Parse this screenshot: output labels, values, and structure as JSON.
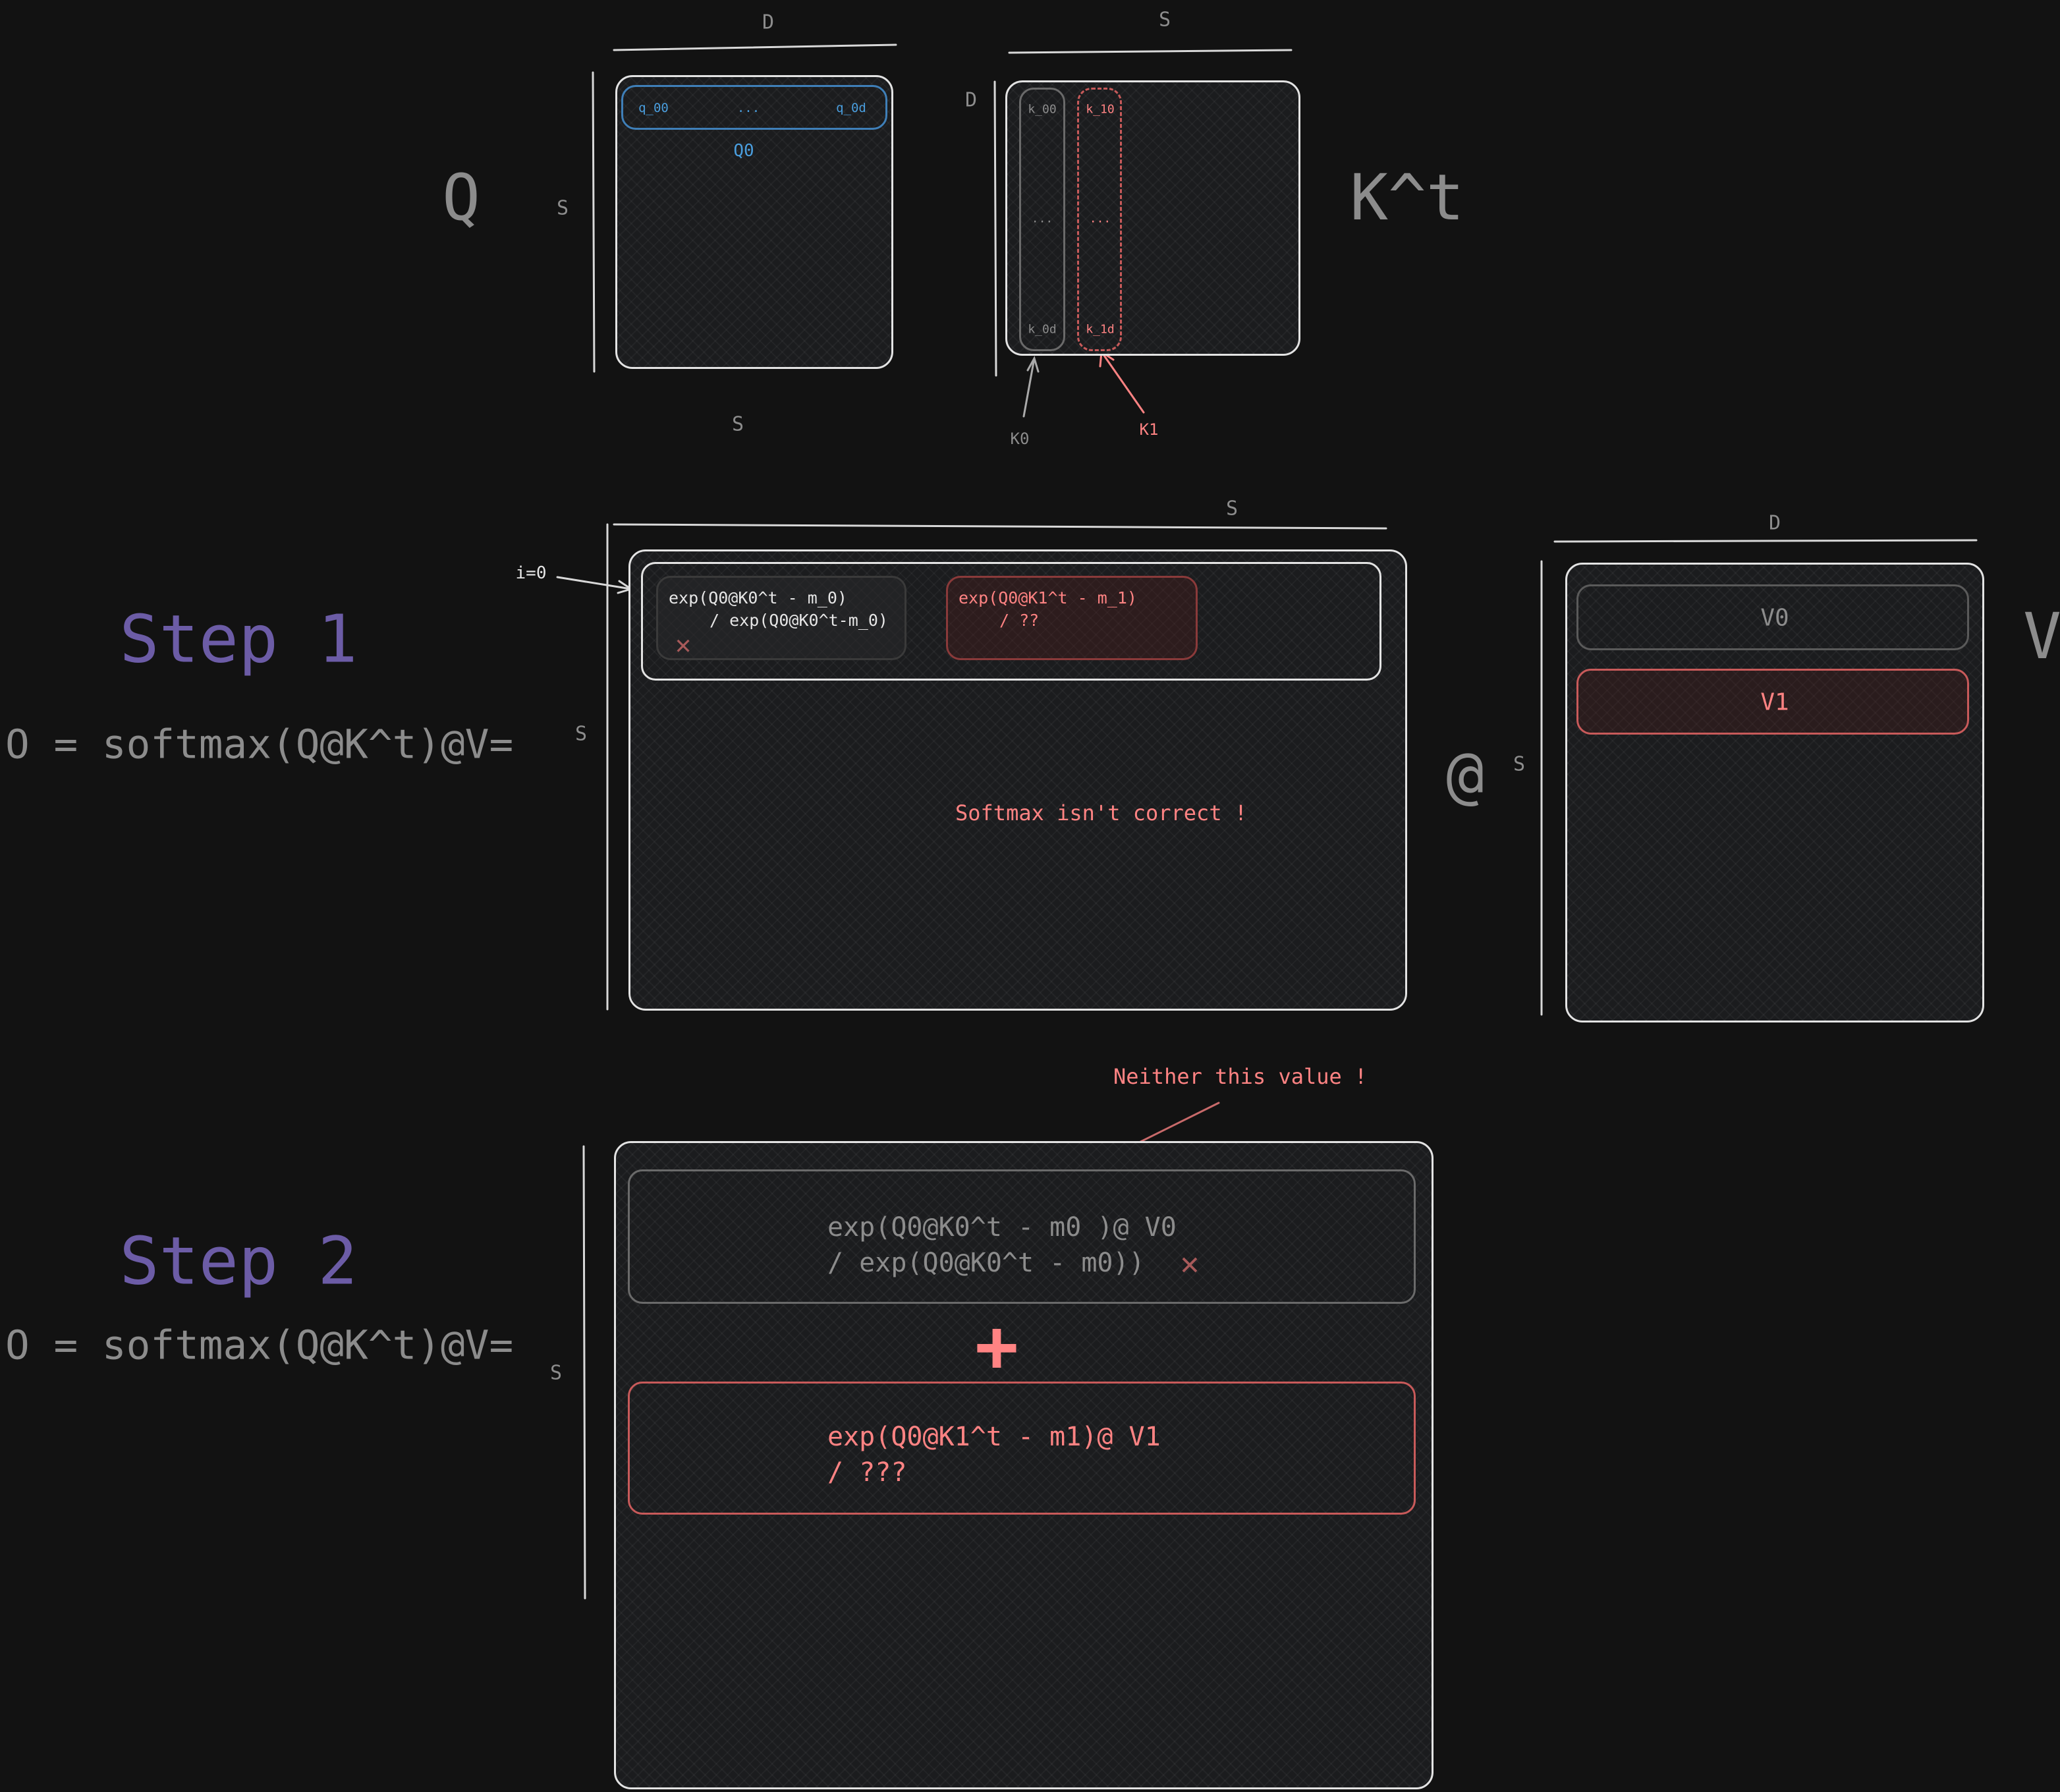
{
  "colors": {
    "background": "#121212",
    "stroke": "#e3e3e3",
    "blue": "#4a9ede",
    "red": "#ff8383",
    "purple": "#6c5ca6",
    "grey": "#8c8c8c"
  },
  "top": {
    "q_matrix": {
      "label": "Q",
      "dim_top": "D",
      "dim_left": "S",
      "dim_bottom": "S",
      "row_label": "Q0",
      "row_cells": [
        "q_00",
        "...",
        "q_0d"
      ]
    },
    "k_matrix": {
      "label": "K^t",
      "dim_top": "S",
      "dim_left": "D",
      "col0": {
        "cells": [
          "k_00",
          "...",
          "k_0d"
        ],
        "pointer": "K0"
      },
      "col1": {
        "cells": [
          "k_10",
          "...",
          "k_1d"
        ],
        "pointer": "K1"
      }
    }
  },
  "step1": {
    "title": "Step 1",
    "formula": "O = softmax(Q@K^t)@V=",
    "dim_top": "S",
    "dim_left": "S",
    "row_index": "i=0",
    "cell0": {
      "line1": "exp(Q0@K0^t - m_0)",
      "line2": "/ exp(Q0@K0^t-m_0)",
      "mark": "✕"
    },
    "cell1": {
      "line1": "exp(Q0@K1^t - m_1)",
      "line2": "/ ??"
    },
    "annotation": "Softmax isn't correct !",
    "operator": "@",
    "v_matrix": {
      "label": "V",
      "dim_top": "D",
      "dim_left": "S",
      "rows": [
        "V0",
        "V1"
      ]
    }
  },
  "step2": {
    "title": "Step 2",
    "formula": "O = softmax(Q@K^t)@V=",
    "dim_left": "S",
    "annotation": "Neither this value !",
    "term0": {
      "line1": "exp(Q0@K0^t - m0 )@ V0",
      "line2": "/ exp(Q0@K0^t - m0))",
      "mark": "✕"
    },
    "plus": "+",
    "term1": {
      "line1": "exp(Q0@K1^t - m1)@ V1",
      "line2": "/ ???"
    }
  }
}
